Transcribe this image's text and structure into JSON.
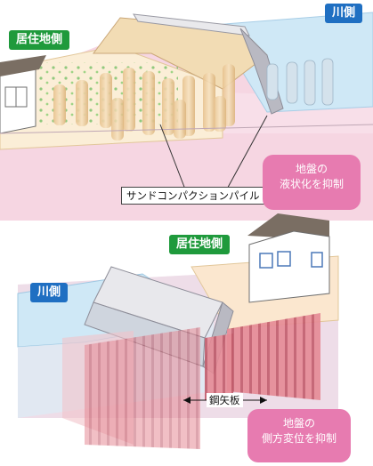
{
  "panel_top": {
    "residential_tag": "居住地側",
    "river_tag": "川側",
    "method_label": "サンドコンパクションパイル",
    "effect_callout": [
      "地盤の",
      "液状化を抑制"
    ]
  },
  "panel_bottom": {
    "residential_tag": "居住地側",
    "river_tag": "川側",
    "method_label": "鋼矢板",
    "effect_callout": [
      "地盤の",
      "側方変位を抑制"
    ]
  },
  "colors": {
    "tag_green": "#1f9a3c",
    "tag_blue": "#1f6fc2",
    "callout_pink": "#e77bb0",
    "ground_pink": "#f6d6e2",
    "levee_tan": "#f2dcb4",
    "water_blue": "#cfe8f6",
    "pile_sand": "#f0d4a8",
    "steel_red": "#d87480"
  }
}
